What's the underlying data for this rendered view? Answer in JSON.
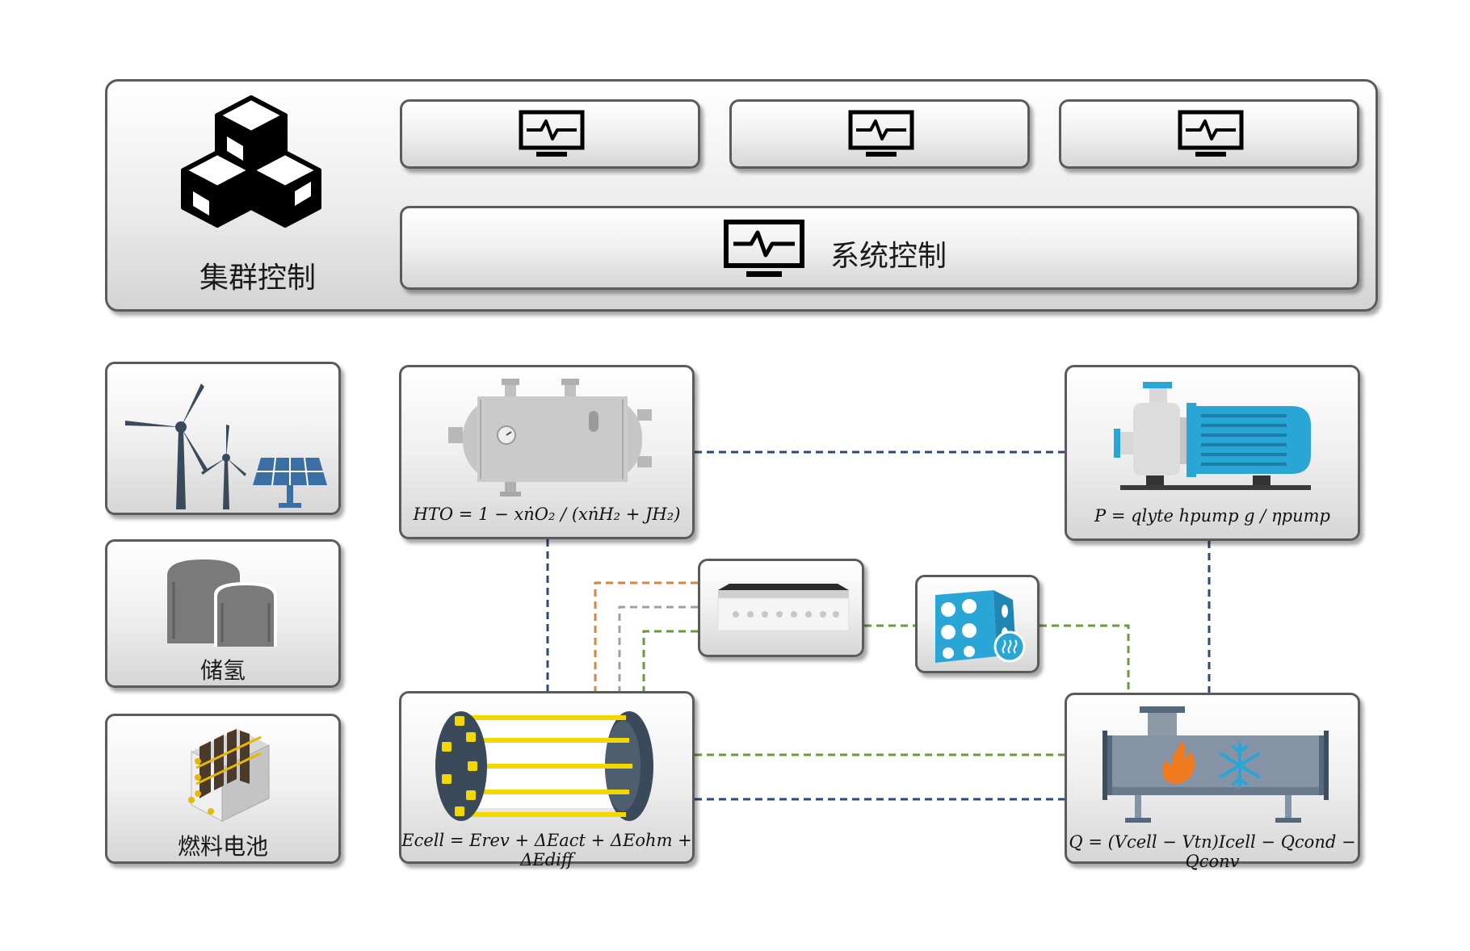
{
  "cluster": {
    "label": "集群控制"
  },
  "system": {
    "label": "系统控制"
  },
  "left_items": [
    {
      "label": ""
    },
    {
      "label": "储氢"
    },
    {
      "label": "燃料电池"
    }
  ],
  "formulas": {
    "hto": "HTO = 1 − xṅO₂ / (xṅH₂ + JH₂)",
    "pump": "P = qlyte hpump g / ηpump",
    "cell": "Ecell = Erev + ΔEact + ΔEohm + ΔEdiff",
    "heat": "Q = (Vcell − Vtn)Icell − Qcond − Qconv"
  },
  "colors": {
    "panel_border": "#5b5b5b",
    "navy_line": "#2e4a7d",
    "green_line": "#6a9a3a",
    "orange_line": "#d8843a",
    "gray_line": "#a0a0a0",
    "pump_blue": "#2aa6d6",
    "solar_blue": "#3a6ea5",
    "flame_orange": "#f07a20",
    "snow_blue": "#2aa6d6"
  }
}
